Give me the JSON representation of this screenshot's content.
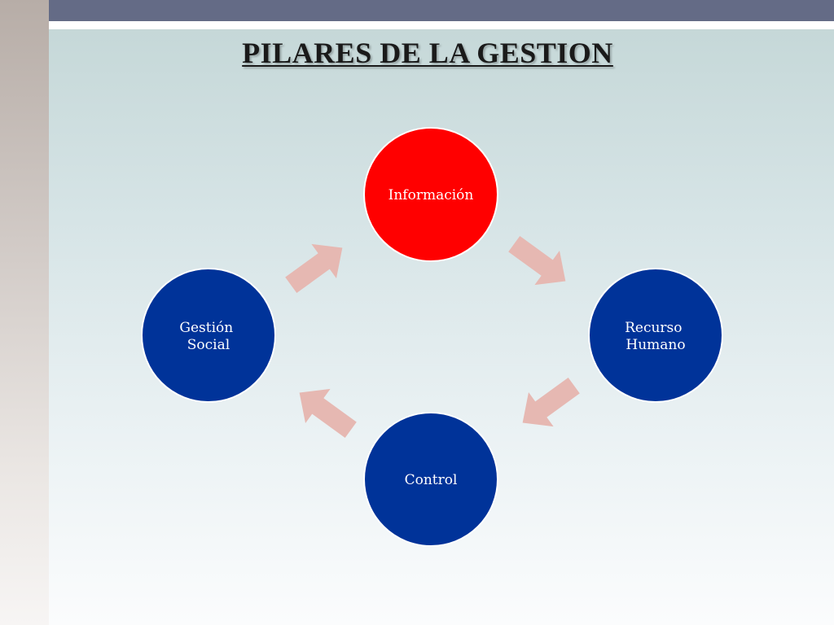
{
  "title": "PILARES DE LA GESTION",
  "nodes": [
    {
      "id": "informacion",
      "lines": [
        "Información"
      ],
      "color": "#ff0000"
    },
    {
      "id": "recurso-humano",
      "lines": [
        "Recurso",
        "Humano"
      ],
      "color": "#003399"
    },
    {
      "id": "control",
      "lines": [
        "Control"
      ],
      "color": "#003399"
    },
    {
      "id": "gestion-social",
      "lines": [
        "Gestión",
        "Social"
      ],
      "color": "#003399"
    }
  ],
  "arrow_color": "#e6b8b2",
  "node_border_color": "#ffffff"
}
